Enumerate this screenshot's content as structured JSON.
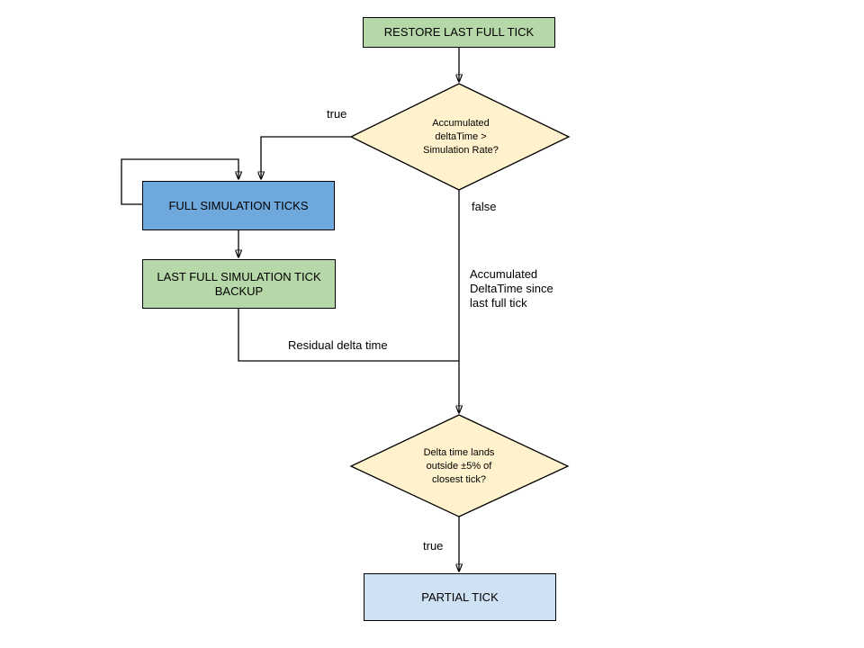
{
  "title": "simulation tick flowchart",
  "colors": {
    "process_green_fill": "#b6d7a8",
    "process_blue_fill": "#6fa8dc",
    "decision_yellow_fill": "#fff2cc",
    "terminal_lightblue_fill": "#cfe2f3",
    "stroke": "#000000",
    "text": "#000000",
    "background": "#ffffff"
  },
  "nodes": {
    "restore": {
      "label": "RESTORE LAST FULL TICK"
    },
    "decision1": {
      "lines": [
        "Accumulated",
        "deltaTime >",
        "Simulation Rate?"
      ]
    },
    "full_sim": {
      "label": "FULL SIMULATION TICKS"
    },
    "backup": {
      "label": "LAST FULL SIMULATION TICK BACKUP"
    },
    "decision2": {
      "lines": [
        "Delta time lands",
        "outside ±5% of",
        "closest tick?"
      ]
    },
    "partial": {
      "label": "PARTIAL TICK"
    }
  },
  "edge_labels": {
    "true_top": "true",
    "false_branch": "false",
    "accumulated_lines": [
      "Accumulated",
      "DeltaTime since",
      "last full tick"
    ],
    "residual": "Residual delta time",
    "true_bottom": "true"
  }
}
